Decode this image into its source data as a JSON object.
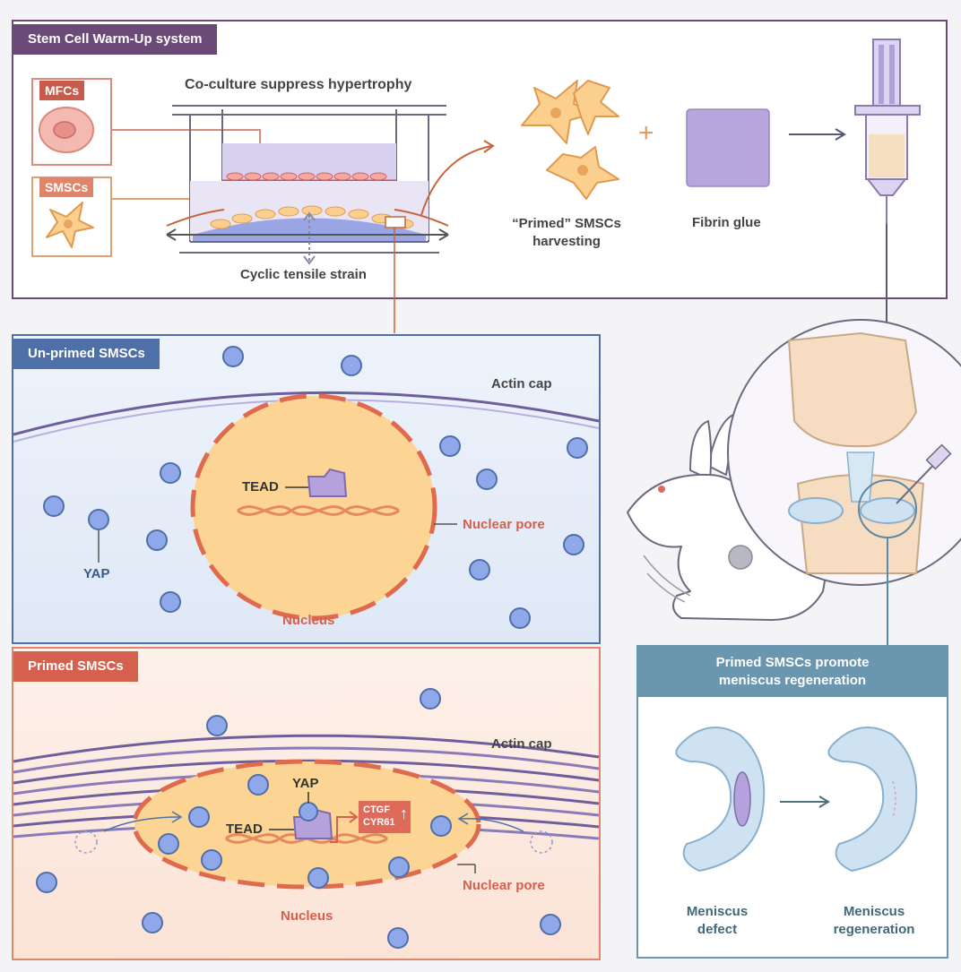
{
  "top_panel": {
    "title": "Stem Cell Warm-Up system",
    "coculture_label": "Co-culture suppress hypertrophy",
    "mfcs_label": "MFCs",
    "smscs_label": "SMSCs",
    "strain_label": "Cyclic tensile strain",
    "primed_harvest_label_1": "“Primed” SMSCs",
    "primed_harvest_label_2": "harvesting",
    "plus_sign": "+",
    "fibrin_label": "Fibrin glue"
  },
  "unprimed_panel": {
    "title": "Un-primed SMSCs",
    "actin_label": "Actin cap",
    "tead_label": "TEAD",
    "yap_label": "YAP",
    "nuclear_pore_label": "Nuclear pore",
    "nucleus_label": "Nucleus"
  },
  "primed_panel": {
    "title": "Primed SMSCs",
    "actin_label": "Actin cap",
    "tead_label": "TEAD",
    "yap_label": "YAP",
    "gene_1": "CTGF",
    "gene_2": "CYR61",
    "up_arrow": "↑",
    "nuclear_pore_label": "Nuclear pore",
    "nucleus_label": "Nucleus"
  },
  "regen_panel": {
    "title_1": "Primed SMSCs promote",
    "title_2": "meniscus regeneration",
    "defect_1": "Meniscus",
    "defect_2": "defect",
    "regen_1": "Meniscus",
    "regen_2": "regeneration"
  },
  "colors": {
    "purple_header": "#6b4a78",
    "blue_header": "#4f6fa8",
    "red_header": "#d5604e",
    "teal_header": "#6a96b0",
    "yap_blue": "#8fa8ea",
    "nucleus_orange": "#fbd69a",
    "pore_red": "#e06a4e"
  }
}
